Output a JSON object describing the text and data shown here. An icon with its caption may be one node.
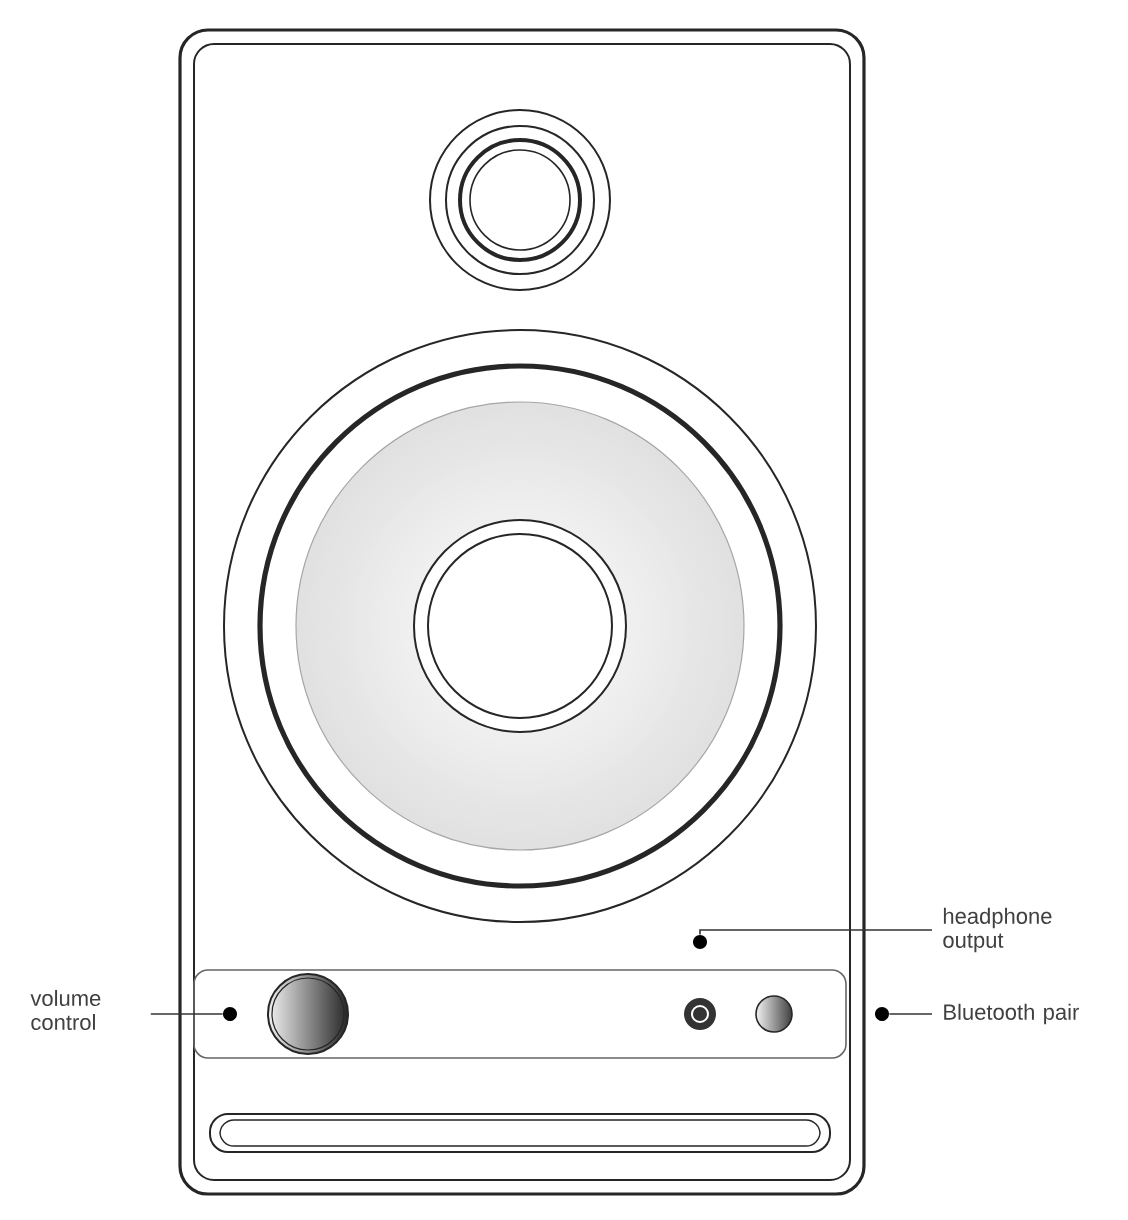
{
  "diagram": {
    "nodes": [
      {
        "text": [
          "volume control"
        ]
      },
      {
        "text": [
          "headphone output"
        ]
      },
      {
        "text": [
          "Bluetooth pair"
        ]
      },
      {
        "text": [],
        "shape": "circle"
      },
      {
        "text": [],
        "shape": "circle"
      },
      {
        "text": [],
        "shape": "circle"
      }
    ],
    "edges": [
      {
        "from": 0,
        "to": 3,
        "arrow": "none"
      },
      {
        "from": 1,
        "to": 4,
        "arrow": "none"
      },
      {
        "from": 2,
        "to": 5,
        "arrow": "none"
      }
    ]
  }
}
